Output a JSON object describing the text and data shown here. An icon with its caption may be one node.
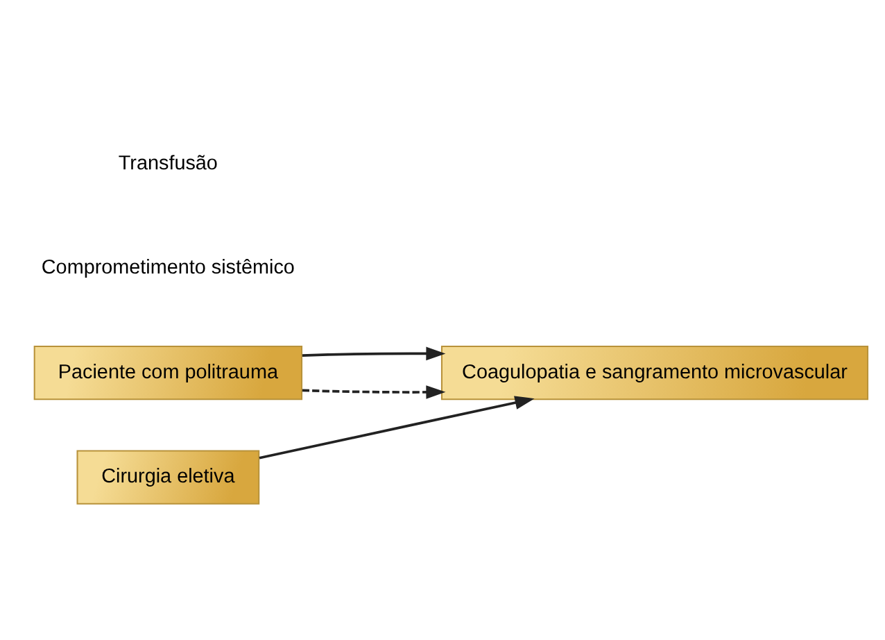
{
  "diagram": {
    "nodes": [
      {
        "text": [
          "Coagulopatia e sangramento microvascular"
        ]
      },
      {
        "text": [
          "Paciente com politrauma"
        ]
      },
      {
        "text": [
          "Cirurgia eletiva"
        ]
      }
    ],
    "edges": [
      {
        "from": 1,
        "to": 0,
        "arrow": "to",
        "style": "dashed"
      },
      {
        "from": 1,
        "to": 0,
        "arrow": "to"
      },
      {
        "from": 2,
        "to": 0,
        "arrow": "to"
      }
    ],
    "labels": [
      "Comprometimento sistêmico",
      "Transfusão"
    ]
  }
}
